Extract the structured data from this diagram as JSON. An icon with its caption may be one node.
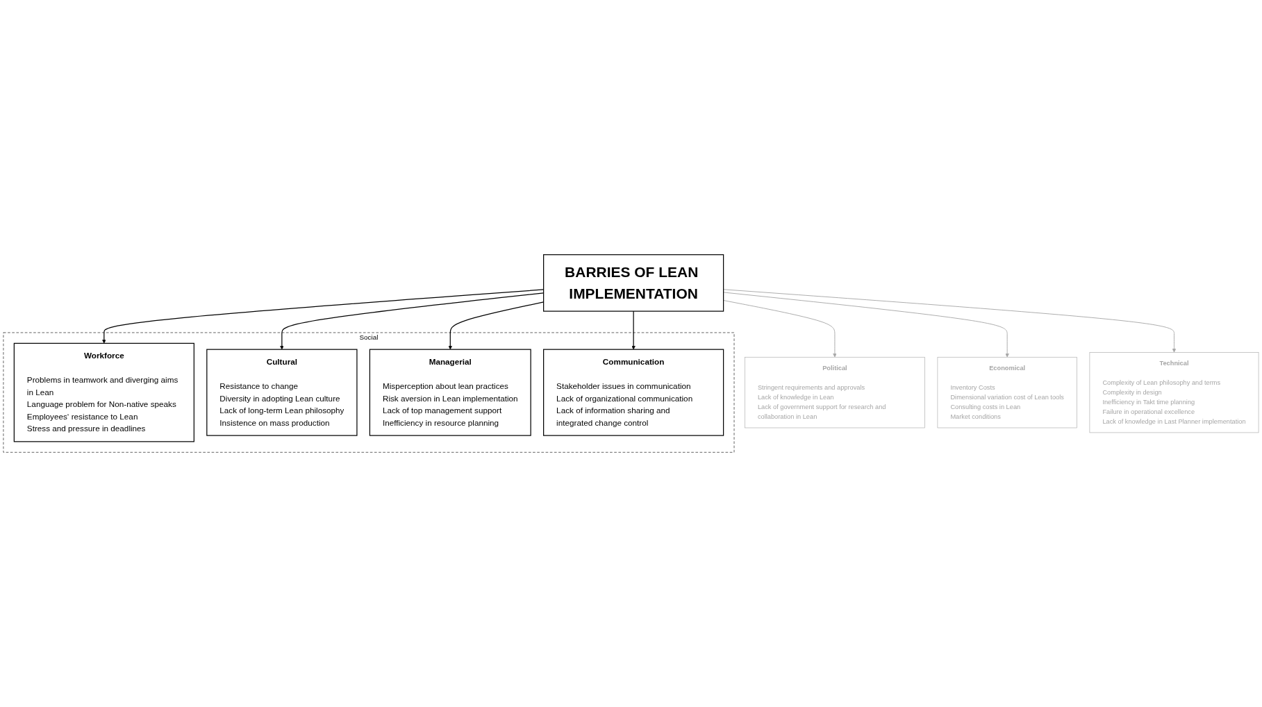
{
  "diagram": {
    "nodes": [
      {
        "text": [
          "Political",
          "Stringent requirements and approvals",
          "Lack of knowledge in Lean",
          "Lack of government support for research and collaboration in Lean"
        ]
      },
      {
        "text": [
          "Economical",
          "Inventory Costs",
          "Dimensional variation cost of Lean tools",
          "Consulting costs in Lean",
          "Market conditions"
        ]
      },
      {
        "text": [
          "Technical",
          "Complexity of Lean philosophy and terms",
          "Complexity in design",
          "Inefficiency in Takt time planning",
          "Failure in operational excellence",
          "Lack of knowledge in Last Planner implementation"
        ]
      },
      {
        "text": [
          "BARRIES OF LEAN IMPLEMENTATION"
        ]
      },
      {
        "text": [
          "Social"
        ]
      },
      {
        "text": [
          "Workforce",
          "Problems in teamwork and diverging aims in Lean",
          "Language problem for Non-native speaks",
          "Employees‘ resistance to Lean",
          "Stress and pressure in deadlines"
        ],
        "in": 4
      },
      {
        "text": [
          "Cultural",
          "Resistance to change",
          "Diversity in adopting Lean culture",
          "Lack of long-term Lean philosophy",
          "Insistence on mass production"
        ],
        "in": 4
      },
      {
        "text": [
          "Managerial",
          "Misperception about lean practices",
          "Risk aversion in Lean implementation",
          "Lack of top management support",
          "Inefficiency in resource planning"
        ],
        "in": 4
      },
      {
        "text": [
          "Communication",
          "Stakeholder issues in communication",
          "Lack of organizational communication",
          "Lack of information sharing and integrated change control"
        ],
        "in": 4
      }
    ],
    "edges": [
      {
        "from": 3,
        "to": 0,
        "arrow": "to",
        "color": "#a6a6a6"
      },
      {
        "from": 3,
        "to": 1,
        "arrow": "to",
        "color": "#a6a6a6"
      },
      {
        "from": 3,
        "to": 2,
        "arrow": "to",
        "color": "#a6a6a6"
      },
      {
        "from": 3,
        "to": 5,
        "arrow": "to"
      },
      {
        "from": 3,
        "to": 6,
        "arrow": "to"
      },
      {
        "from": 3,
        "to": 7,
        "arrow": "to"
      },
      {
        "from": 3,
        "to": 8,
        "arrow": "to"
      }
    ]
  }
}
